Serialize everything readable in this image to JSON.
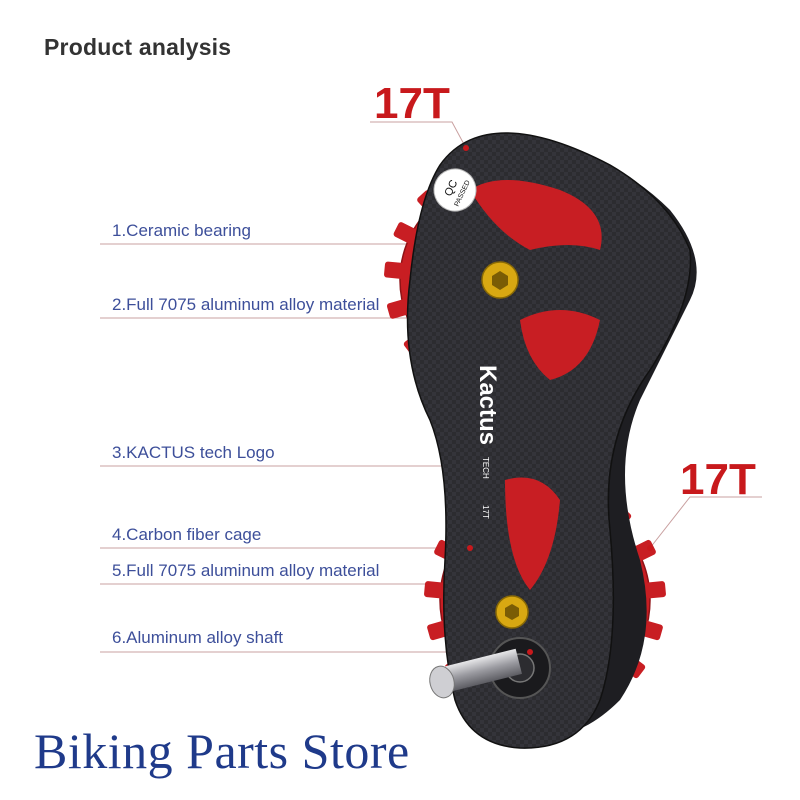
{
  "title": "Product analysis",
  "tooth_labels": {
    "top": "17T",
    "bottom": "17T"
  },
  "callouts": [
    "1.Ceramic bearing",
    "2.Full 7075 aluminum alloy material",
    "3.KACTUS tech Logo",
    "4.Carbon fiber cage",
    "5.Full 7075 aluminum alloy material",
    "6.Aluminum alloy shaft"
  ],
  "cage_text": {
    "brand": "Kactus",
    "sub": "TECH",
    "teeth": "17T",
    "qc_top": "QC",
    "qc_bottom": "PASSED"
  },
  "store_name": "Biking Parts Store",
  "colors": {
    "callout_text": "#3d4f9a",
    "tooth_label": "#c8191c",
    "pulley": "#c81e23",
    "cage": "#2b2b2e",
    "store_text": "#1f3a8a"
  }
}
